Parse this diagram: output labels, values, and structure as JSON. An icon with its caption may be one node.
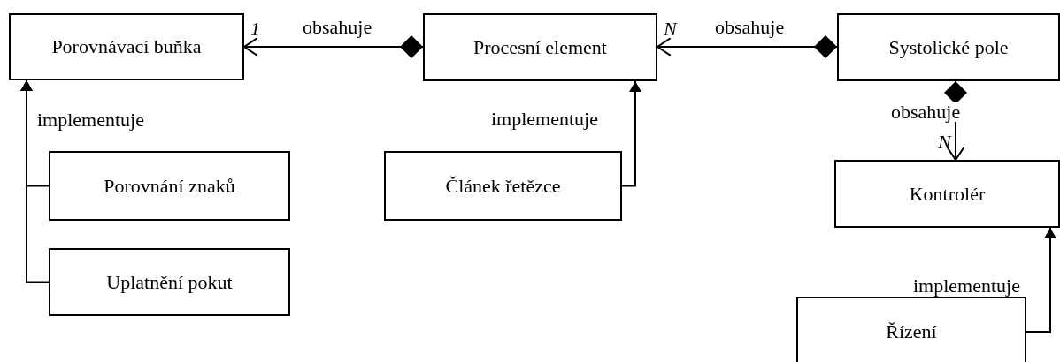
{
  "diagram": {
    "nodes": [
      {
        "text": [
          "Porovnávací buňka"
        ]
      },
      {
        "text": [
          "Procesní element"
        ]
      },
      {
        "text": [
          "Systolické pole"
        ]
      },
      {
        "text": [
          "Kontrolér"
        ]
      },
      {
        "text": [
          "Porovnání znaků"
        ]
      },
      {
        "text": [
          "Uplatnění pokut"
        ]
      },
      {
        "text": [
          "Článek řetězce"
        ]
      },
      {
        "text": [
          "Řízení"
        ]
      }
    ],
    "edges": [
      {
        "from": 1,
        "to": 0,
        "arrow": "to",
        "label": "obsahuje"
      },
      {
        "from": 2,
        "to": 1,
        "arrow": "to",
        "label": "obsahuje"
      },
      {
        "from": 2,
        "to": 3,
        "arrow": "to",
        "label": "obsahuje"
      },
      {
        "from": 4,
        "to": 0,
        "arrow": "to",
        "label": "implementuje"
      },
      {
        "from": 5,
        "to": 0,
        "arrow": "to"
      },
      {
        "from": 6,
        "to": 1,
        "arrow": "to",
        "label": "implementuje"
      },
      {
        "from": 7,
        "to": 3,
        "arrow": "to",
        "label": "implementuje"
      }
    ],
    "labels": [
      "1",
      "N",
      "N"
    ]
  }
}
